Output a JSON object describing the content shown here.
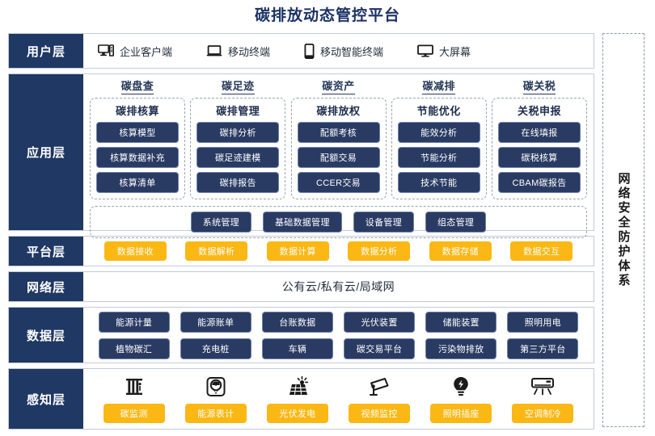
{
  "title": "碳排放动态管控平台",
  "security_column": {
    "label": "网络安全防护体系"
  },
  "layers": {
    "user": {
      "label": "用户层",
      "items": [
        {
          "icon": "desktop-tower-icon",
          "label": "企业客户端"
        },
        {
          "icon": "laptop-icon",
          "label": "移动终端"
        },
        {
          "icon": "smartphone-icon",
          "label": "移动智能终端"
        },
        {
          "icon": "large-screen-icon",
          "label": "大屏幕"
        }
      ]
    },
    "application": {
      "label": "应用层",
      "groups": [
        {
          "title": "碳盘查",
          "subtitle": "碳排核算",
          "items": [
            "核算模型",
            "核算数据补充",
            "核算清单"
          ]
        },
        {
          "title": "碳足迹",
          "subtitle": "碳排管理",
          "items": [
            "碳排分析",
            "碳足迹建模",
            "碳排报告"
          ]
        },
        {
          "title": "碳资产",
          "subtitle": "碳排放权",
          "items": [
            "配额考核",
            "配额交易",
            "CCER交易"
          ]
        },
        {
          "title": "碳减排",
          "subtitle": "节能优化",
          "items": [
            "能效分析",
            "节能分析",
            "技术节能"
          ]
        },
        {
          "title": "碳关税",
          "subtitle": "关税申报",
          "items": [
            "在线填报",
            "碳税核算",
            "CBAM碳报告"
          ]
        }
      ],
      "common": [
        "系统管理",
        "基础数据管理",
        "设备管理",
        "组态管理"
      ]
    },
    "platform": {
      "label": "平台层",
      "items": [
        "数据接收",
        "数据解析",
        "数据计算",
        "数据分析",
        "数据存储",
        "数据交互"
      ]
    },
    "network": {
      "label": "网络层",
      "text": "公有云/私有云/局域网"
    },
    "data": {
      "label": "数据层",
      "row1": [
        "能源计量",
        "能源账单",
        "台账数据",
        "光伏装置",
        "储能装置",
        "照明用电"
      ],
      "row2": [
        "植物碳汇",
        "充电桩",
        "车辆",
        "碳交易平台",
        "污染物排放",
        "第三方平台"
      ]
    },
    "sensing": {
      "label": "感知层",
      "items": [
        {
          "icon": "carbon-sensor-icon",
          "label": "碳监测"
        },
        {
          "icon": "energy-meter-icon",
          "label": "能源表计"
        },
        {
          "icon": "solar-panel-icon",
          "label": "光伏发电"
        },
        {
          "icon": "cctv-camera-icon",
          "label": "视频监控"
        },
        {
          "icon": "lightbulb-icon",
          "label": "照明插座"
        },
        {
          "icon": "air-conditioner-icon",
          "label": "空调制冷"
        }
      ]
    }
  },
  "colors": {
    "navy": "#1f3864",
    "pill_navy": "#2a3b63",
    "amber": "#fbb713",
    "title": "#1b3263"
  }
}
